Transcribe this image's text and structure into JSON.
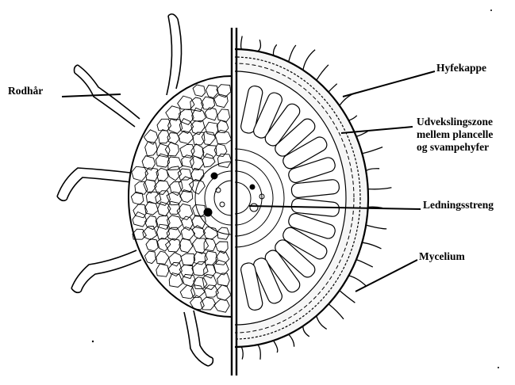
{
  "labels": {
    "root_hair": "Rodhår",
    "hyphal_mantle": "Hyfekappe",
    "exchange_zone": [
      "Udvekslingszone",
      "mellem plancelle",
      "og svampehyfer"
    ],
    "vascular_strand": "Ledningsstreng",
    "mycelium": "Mycelium"
  },
  "colors": {
    "ink": "#000000",
    "paper": "#ffffff"
  },
  "icons": [
    "root-cross-section-illustration"
  ]
}
